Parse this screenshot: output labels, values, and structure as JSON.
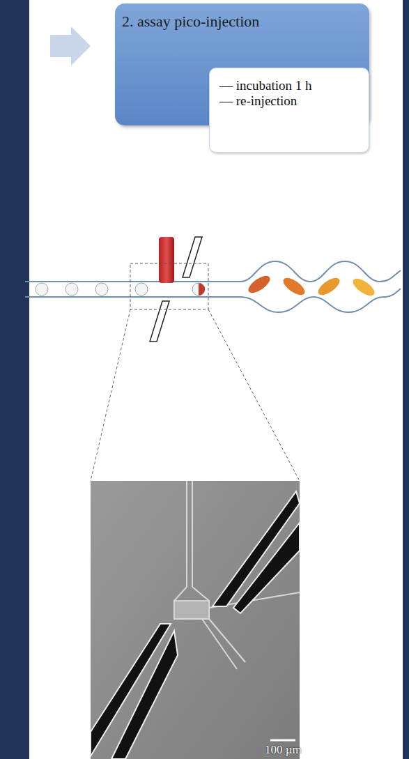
{
  "diagram": {
    "nodes": [
      {
        "text": [
          "2. assay pico-injection"
        ]
      },
      {
        "text": [
          "— incubation 1 h",
          "— re-injection"
        ],
        "in": 0
      }
    ],
    "labels": [
      "100 µm"
    ]
  }
}
